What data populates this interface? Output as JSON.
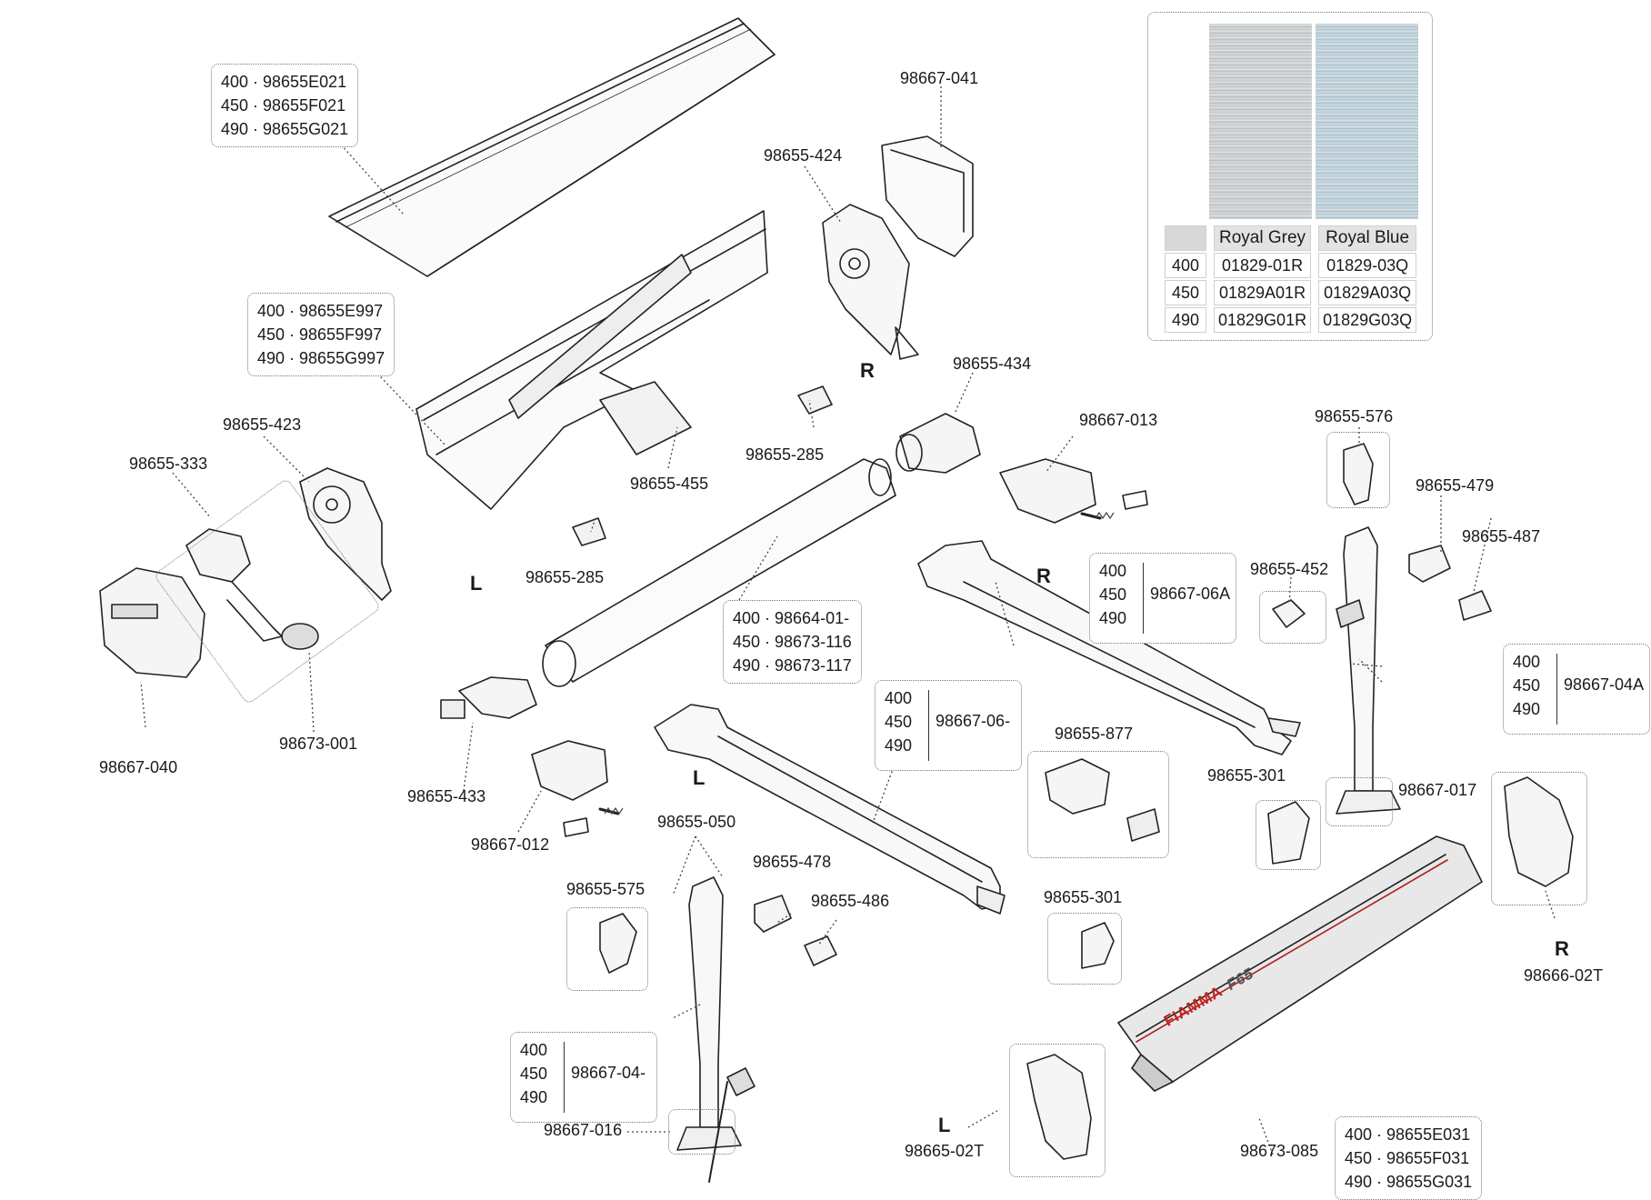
{
  "fabric": {
    "headers": [
      "",
      "Royal Grey",
      "Royal Blue"
    ],
    "rows": [
      [
        "400",
        "01829-01R",
        "01829-03Q"
      ],
      [
        "450",
        "01829A01R",
        "01829A03Q"
      ],
      [
        "490",
        "01829G01R",
        "01829G03Q"
      ]
    ],
    "colors": {
      "royal_grey": "#c9cdd0",
      "royal_blue": "#bccfd8"
    }
  },
  "sides": {
    "right": "R",
    "left": "L"
  },
  "parts": {
    "cover_top": [
      "400 · 98655E021",
      "450 · 98655F021",
      "490 · 98655G021"
    ],
    "case_profile": [
      "400 · 98655E997",
      "450 · 98655F997",
      "490 · 98655G997"
    ],
    "roller_tube": [
      "400 · 98664-01-",
      "450 · 98673-116",
      "490 · 98673-117"
    ],
    "front_profile": [
      "400 · 98655E031",
      "450 · 98655F031",
      "490 · 98655G031"
    ],
    "arm_right": {
      "sizes": [
        "400",
        "450",
        "490"
      ],
      "code": "98667-06A"
    },
    "arm_left": {
      "sizes": [
        "400",
        "450",
        "490"
      ],
      "code": "98667-06-"
    },
    "leg_right": {
      "sizes": [
        "400",
        "450",
        "490"
      ],
      "code": "98667-04A"
    },
    "leg_left": {
      "sizes": [
        "400",
        "450",
        "490"
      ],
      "code": "98667-04-"
    },
    "p98667_041": "98667-041",
    "p98655_424": "98655-424",
    "p98655_434": "98655-434",
    "p98655_423": "98655-423",
    "p98655_333": "98655-333",
    "p98655_285_a": "98655-285",
    "p98655_285_b": "98655-285",
    "p98655_455": "98655-455",
    "p98667_013": "98667-013",
    "p98655_576": "98655-576",
    "p98655_479": "98655-479",
    "p98655_487": "98655-487",
    "p98655_452": "98655-452",
    "p98667_040": "98667-040",
    "p98673_001": "98673-001",
    "p98655_433": "98655-433",
    "p98667_012": "98667-012",
    "p98655_877": "98655-877",
    "p98655_301_a": "98655-301",
    "p98667_017": "98667-017",
    "p98655_050": "98655-050",
    "p98655_478": "98655-478",
    "p98655_575": "98655-575",
    "p98655_486": "98655-486",
    "p98655_301_b": "98655-301",
    "p98666_02T": "98666-02T",
    "p98667_016": "98667-016",
    "p98665_02T": "98665-02T",
    "p98673_085": "98673-085"
  },
  "brand": {
    "logo": "FIAMMA",
    "model": "F65"
  },
  "icons": [
    "awning-cover",
    "case-profile",
    "end-cap",
    "roller-tube",
    "arm",
    "leg",
    "bracket",
    "spring",
    "screw"
  ]
}
